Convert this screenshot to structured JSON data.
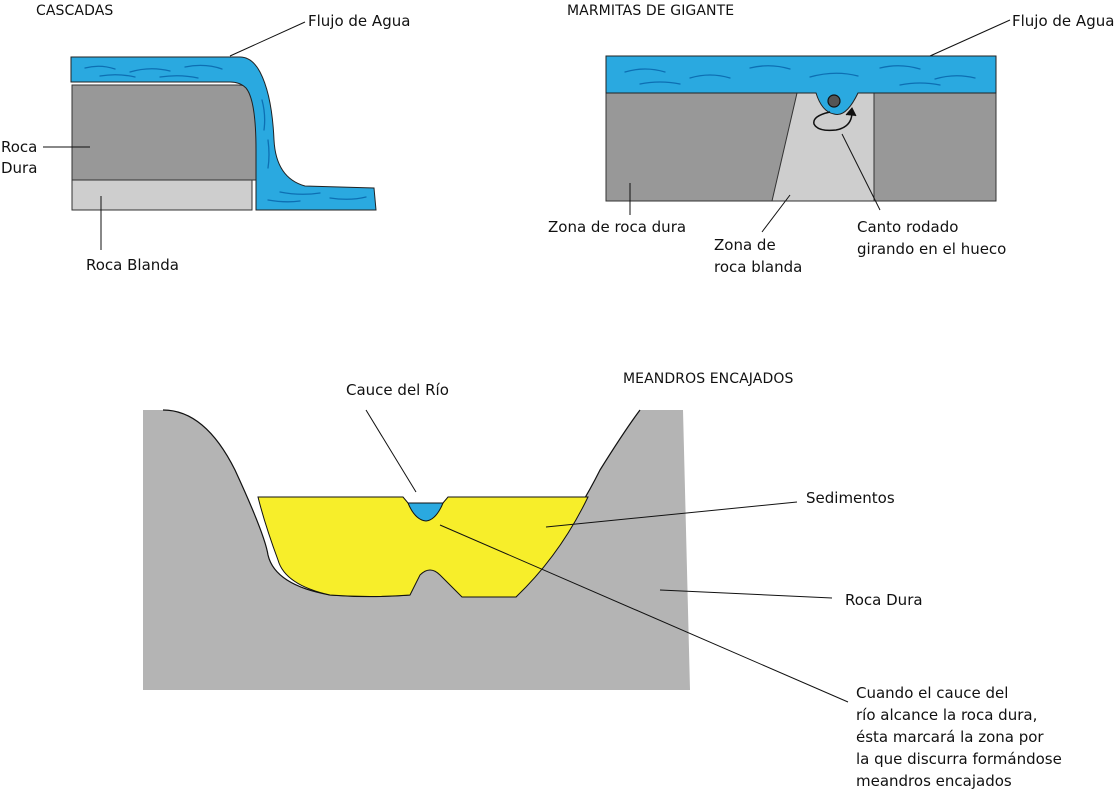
{
  "colors": {
    "water": "#2aa9e0",
    "water_dark": "#0d6fb3",
    "hard_rock": "#989898",
    "soft_rock": "#cecece",
    "valley_rock": "#b4b4b4",
    "sediment": "#f7ee2a"
  },
  "cascadas": {
    "title": "CASCADAS",
    "water_flow": "Flujo de Agua",
    "hard_rock_line1": "Roca",
    "hard_rock_line2": "Dura",
    "soft_rock": "Roca Blanda"
  },
  "marmitas": {
    "title": "MARMITAS DE GIGANTE",
    "water_flow": "Flujo de Agua",
    "hard_zone": "Zona de roca dura",
    "soft_zone_line1": "Zona de",
    "soft_zone_line2": "roca blanda",
    "boulder_line1": "Canto rodado",
    "boulder_line2": "girando en el hueco"
  },
  "meandros": {
    "title": "MEANDROS ENCAJADOS",
    "riverbed": "Cauce del Río",
    "sediments": "Sedimentos",
    "hard_rock": "Roca Dura",
    "note_lines": [
      "Cuando el cauce del",
      "río alcance la roca dura,",
      "ésta marcará la zona por",
      "la que discurra formándose",
      "meandros encajados"
    ]
  }
}
